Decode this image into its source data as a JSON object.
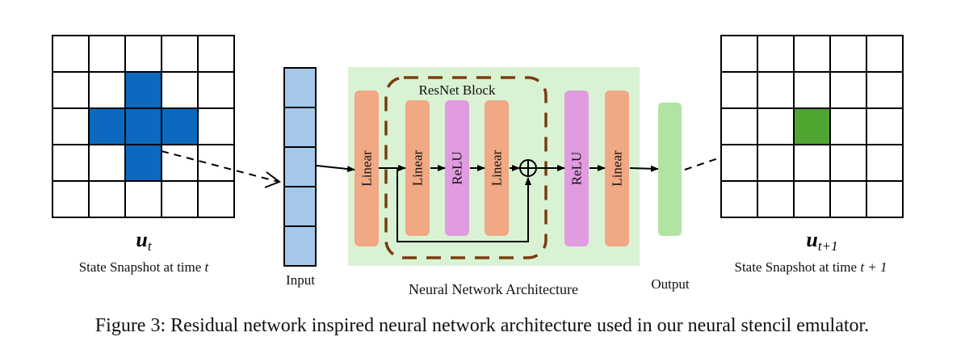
{
  "colors": {
    "input_blue": "#a6c8ea",
    "stencil_blue": "#0b6abf",
    "result_green": "#4fa52f",
    "panel_green": "#d9f2d4",
    "linear_orange": "#f1a884",
    "relu_pink": "#e19be0",
    "output_green": "#b3e3a2",
    "resnet_border": "#7a3d10"
  },
  "left_grid": {
    "rows": 5,
    "cols": 5,
    "filled": [
      [
        1,
        2
      ],
      [
        2,
        1
      ],
      [
        2,
        2
      ],
      [
        2,
        3
      ],
      [
        3,
        2
      ]
    ],
    "symbol": "u",
    "subscript": "t",
    "caption_prefix": "State Snapshot at time ",
    "caption_var": "t"
  },
  "right_grid": {
    "rows": 5,
    "cols": 5,
    "filled": [
      [
        2,
        2
      ]
    ],
    "symbol": "u",
    "subscript": "t+1",
    "caption_prefix": "State Snapshot at time ",
    "caption_var": "t + 1"
  },
  "input": {
    "label": "Input",
    "cells": 5
  },
  "output": {
    "label": "Output"
  },
  "network": {
    "title": "Neural Network Architecture",
    "resnet_label": "ResNet Block",
    "layers": [
      {
        "id": "linear-1",
        "label": "Linear",
        "type": "linear"
      },
      {
        "id": "resnet-linear-1",
        "label": "Linear",
        "type": "linear"
      },
      {
        "id": "resnet-relu",
        "label": "ReLU",
        "type": "relu"
      },
      {
        "id": "resnet-linear-2",
        "label": "Linear",
        "type": "linear"
      },
      {
        "id": "relu-2",
        "label": "ReLU",
        "type": "relu"
      },
      {
        "id": "linear-final",
        "label": "Linear",
        "type": "linear"
      }
    ],
    "add_symbol": "⊕"
  },
  "figure_caption": "Figure 3: Residual network inspired neural network architecture used in our neural stencil emulator."
}
